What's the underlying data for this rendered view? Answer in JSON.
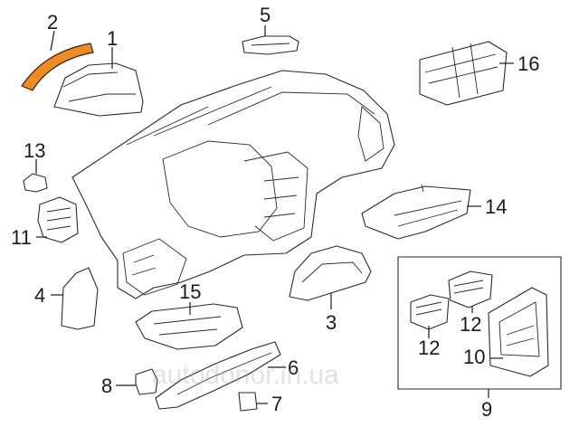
{
  "diagram": {
    "callouts": {
      "c1": "1",
      "c2": "2",
      "c3": "3",
      "c4": "4",
      "c5": "5",
      "c6": "6",
      "c7": "7",
      "c8": "8",
      "c9": "9",
      "c10": "10",
      "c11": "11",
      "c12a": "12",
      "c12b": "12",
      "c13": "13",
      "c14": "14",
      "c15": "15",
      "c16": "16"
    },
    "highlight_color": "#f08c1e",
    "watermark": "autodonor.in.ua"
  }
}
